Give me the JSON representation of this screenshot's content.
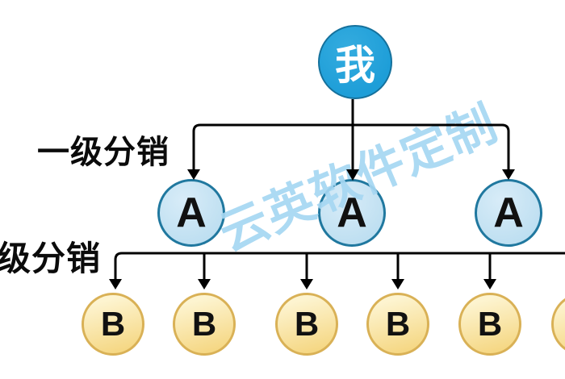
{
  "diagram": {
    "root_label": "我",
    "level1_caption": "一级分销",
    "level2_caption": "级分销",
    "a_label": "A",
    "b_label": "B",
    "watermark_text": "云英软件定制",
    "colors": {
      "root_fill": "#1e9ed8",
      "root_fill_light": "#35acdf",
      "root_border": "#15719c",
      "a_fill": "#bedff1",
      "a_fill_light": "#d8ecf8",
      "a_border": "#20789f",
      "b_fill": "#f5d783",
      "b_fill_light": "#fdf4d0",
      "b_border": "#d9b156",
      "line": "#000000",
      "watermark": "#a6d7f2"
    }
  }
}
